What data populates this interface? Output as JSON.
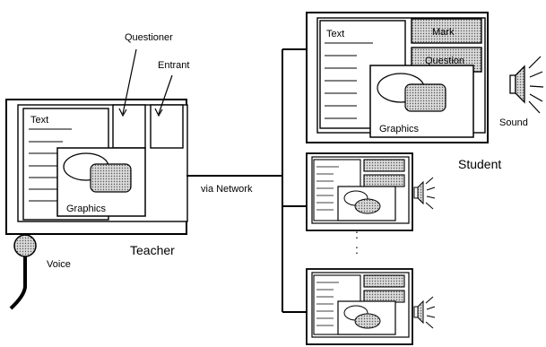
{
  "teacher": {
    "label": "Teacher",
    "text_label": "Text",
    "graphics_label": "Graphics",
    "questioner_label": "Questioner",
    "entrant_label": "Entrant",
    "voice_label": "Voice",
    "voice_icon": "microphone-icon"
  },
  "network": {
    "label": "via Network",
    "ellipsis": ":"
  },
  "student": {
    "label": "Student",
    "text_label": "Text",
    "graphics_label": "Graphics",
    "mark_label": "Mark",
    "question_label": "Question",
    "sound_label": "Sound",
    "sound_icon": "speaker-icon"
  },
  "colors": {
    "line": "#000000",
    "background": "#ffffff",
    "stipple": "#c8c8c8"
  }
}
